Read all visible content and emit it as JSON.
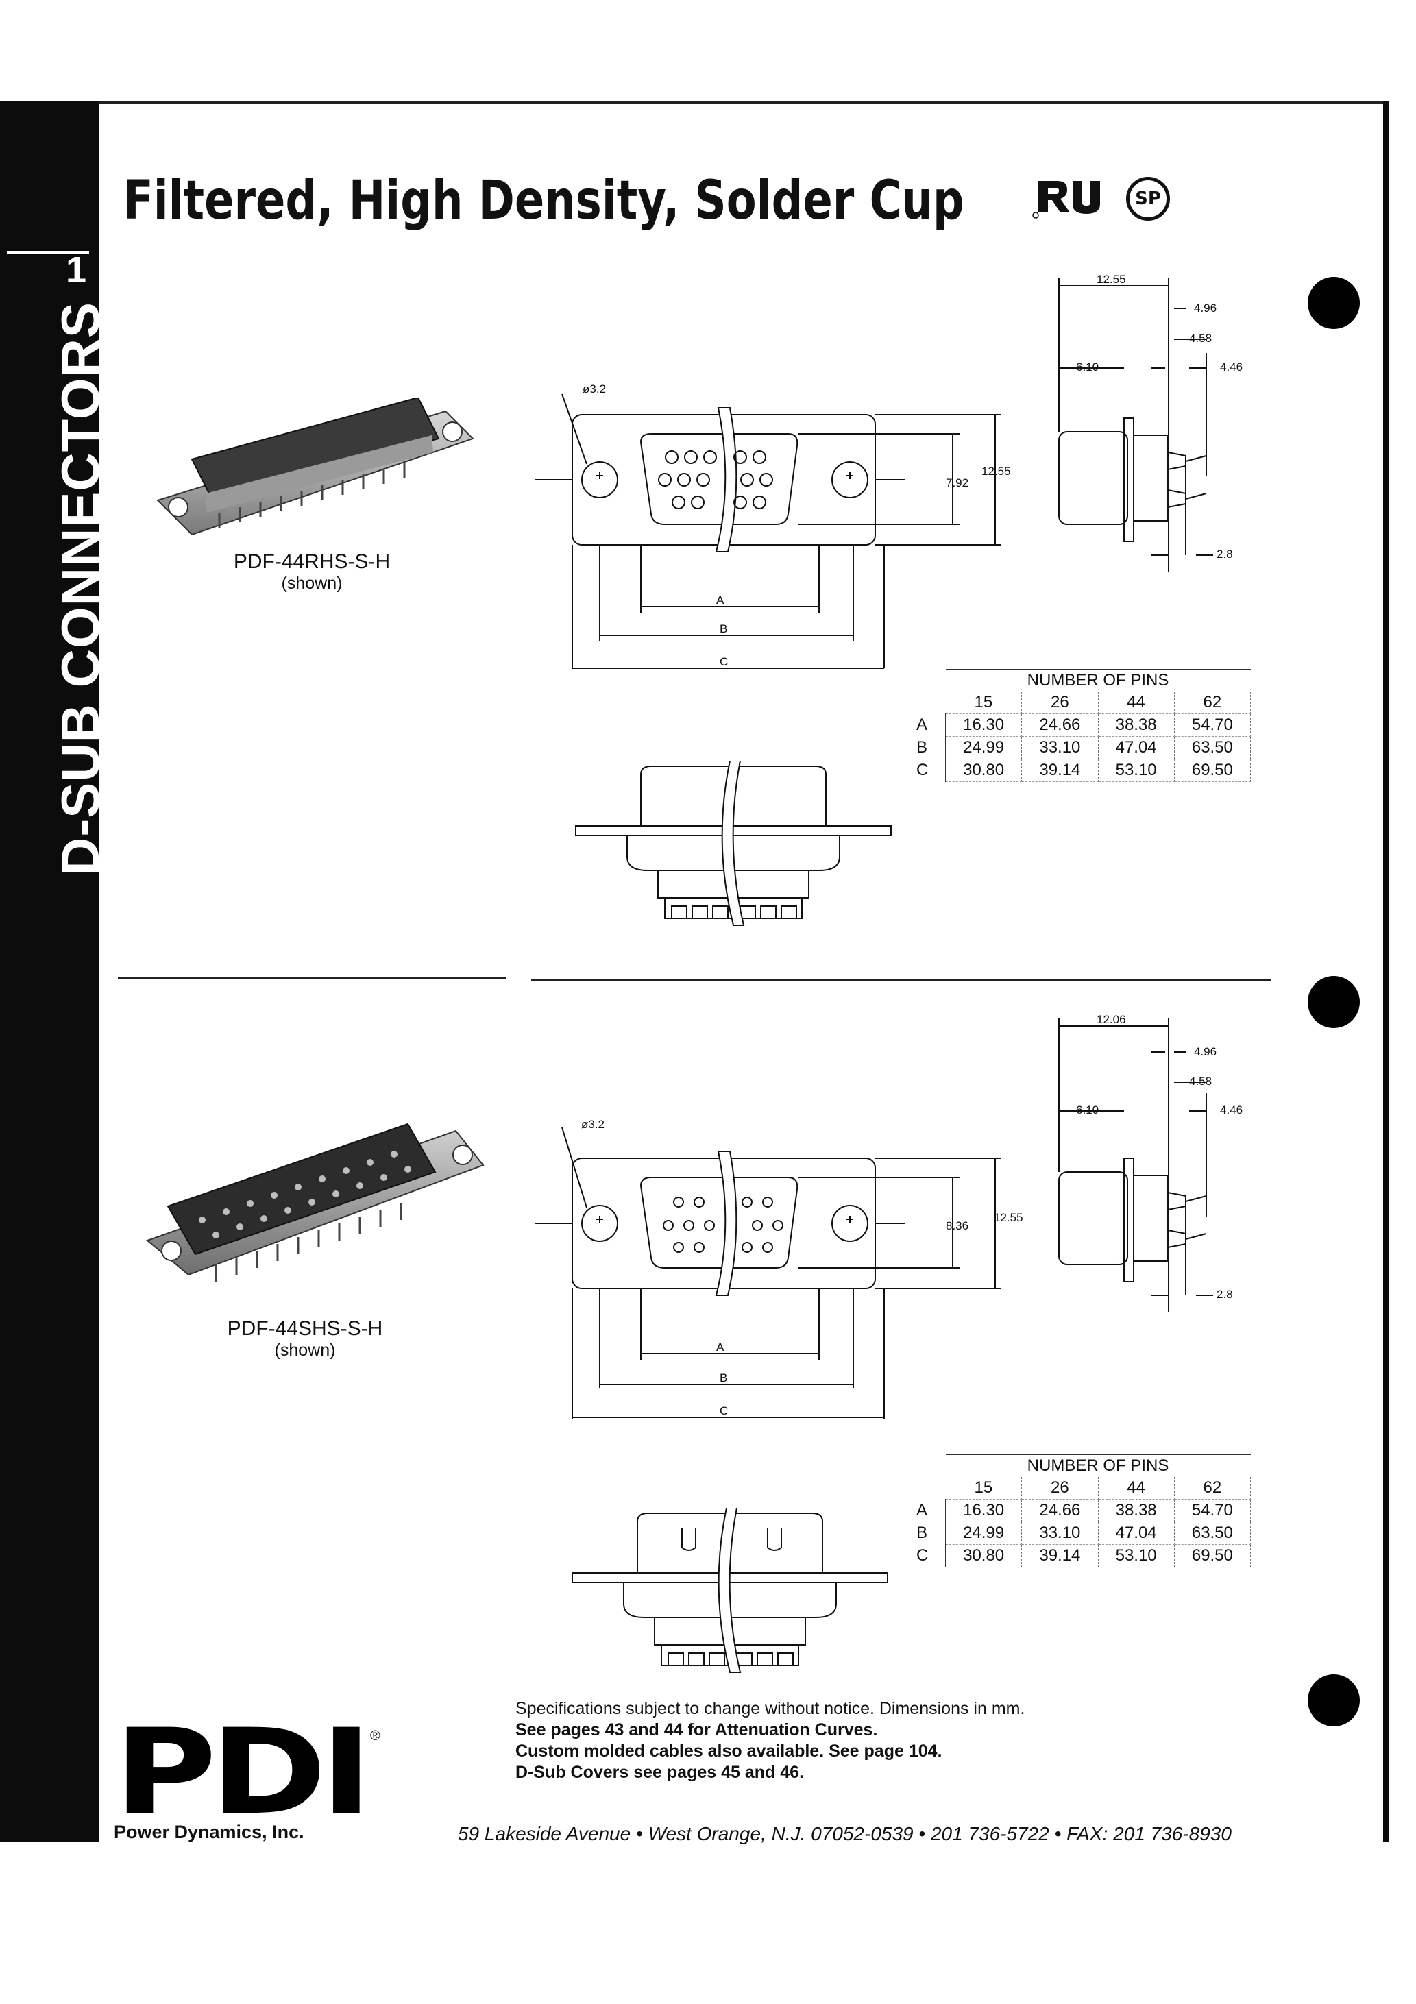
{
  "header": {
    "chapter_number": "1",
    "section_label": "D-SUB CONNECTORS",
    "title": "Filtered, High Density, Solder Cup",
    "certification_marks": [
      "UL recognized mark",
      "CSA mark"
    ],
    "ur_mark_text": "ᴿ𝐑𝐔",
    "csa_mark_text": "SP"
  },
  "products": [
    {
      "part_number": "PDF-44RHS-S-H",
      "note": "(shown)",
      "dims": {
        "hole": "ø3.2",
        "height_inner": "7.92",
        "height_outer": "12.55",
        "a": "A",
        "b": "B",
        "c": "C",
        "side_width": "12.55",
        "side_496": "4.96",
        "side_458": "4.58",
        "side_610": "6.10",
        "side_446": "4.46",
        "side_28": "2.8"
      },
      "table": {
        "heading": "NUMBER OF PINS",
        "pins": [
          "15",
          "26",
          "44",
          "62"
        ],
        "rows": [
          {
            "label": "A",
            "values": [
              "16.30",
              "24.66",
              "38.38",
              "54.70"
            ]
          },
          {
            "label": "B",
            "values": [
              "24.99",
              "33.10",
              "47.04",
              "63.50"
            ]
          },
          {
            "label": "C",
            "values": [
              "30.80",
              "39.14",
              "53.10",
              "69.50"
            ]
          }
        ]
      }
    },
    {
      "part_number": "PDF-44SHS-S-H",
      "note": "(shown)",
      "dims": {
        "hole": "ø3.2",
        "height_inner": "8.36",
        "height_outer": "12.55",
        "a": "A",
        "b": "B",
        "c": "C",
        "side_width": "12.06",
        "side_496": "4.96",
        "side_458": "4.58",
        "side_610": "6.10",
        "side_446": "4.46",
        "side_28": "2.8"
      },
      "table": {
        "heading": "NUMBER OF PINS",
        "pins": [
          "15",
          "26",
          "44",
          "62"
        ],
        "rows": [
          {
            "label": "A",
            "values": [
              "16.30",
              "24.66",
              "38.38",
              "54.70"
            ]
          },
          {
            "label": "B",
            "values": [
              "24.99",
              "33.10",
              "47.04",
              "63.50"
            ]
          },
          {
            "label": "C",
            "values": [
              "30.80",
              "39.14",
              "53.10",
              "69.50"
            ]
          }
        ]
      }
    }
  ],
  "footer": {
    "notes": [
      "Specifications subject to change without notice. Dimensions in mm.",
      "See pages 43 and 44 for Attenuation Curves.",
      "Custom molded cables also available. See page 104.",
      "D-Sub Covers see pages 45 and 46."
    ],
    "logo_text": "PDI",
    "logo_registered": "®",
    "company": "Power Dynamics, Inc.",
    "address": "59 Lakeside Avenue • West Orange, N.J. 07052-0539 • 201 736-5722 • FAX: 201 736-8930"
  },
  "colors": {
    "ink": "#111111",
    "band": "#0c0c0c",
    "paper": "#ffffff"
  }
}
